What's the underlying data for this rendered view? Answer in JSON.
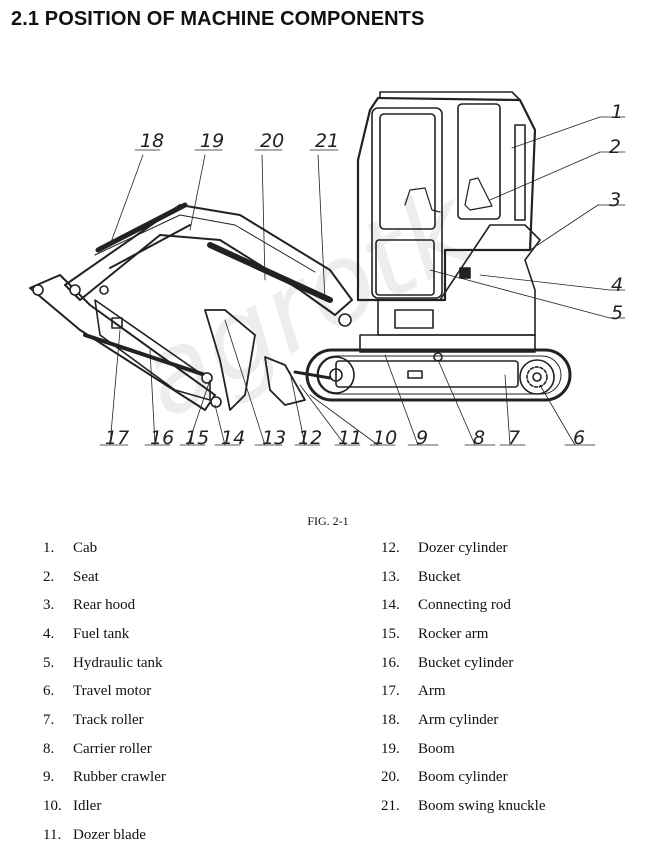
{
  "title": "2.1 POSITION OF MACHINE COMPONENTS",
  "figure": {
    "caption": "FIG. 2-1",
    "watermark": "agrotk",
    "callouts": [
      "1",
      "2",
      "3",
      "4",
      "5",
      "6",
      "7",
      "8",
      "9",
      "10",
      "11",
      "12",
      "13",
      "14",
      "15",
      "16",
      "17",
      "18",
      "19",
      "20",
      "21"
    ]
  },
  "legend_left": [
    {
      "num": "1.",
      "label": "Cab"
    },
    {
      "num": "2.",
      "label": "Seat"
    },
    {
      "num": "3.",
      "label": "Rear hood"
    },
    {
      "num": "4.",
      "label": "Fuel tank"
    },
    {
      "num": "5.",
      "label": "Hydraulic tank"
    },
    {
      "num": "6.",
      "label": "Travel motor"
    },
    {
      "num": "7.",
      "label": "Track roller"
    },
    {
      "num": "8.",
      "label": "Carrier roller"
    },
    {
      "num": "9.",
      "label": "Rubber crawler"
    },
    {
      "num": "10.",
      "label": "Idler"
    },
    {
      "num": "11.",
      "label": "Dozer blade"
    }
  ],
  "legend_right": [
    {
      "num": "12.",
      "label": "Dozer cylinder"
    },
    {
      "num": "13.",
      "label": "Bucket"
    },
    {
      "num": "14.",
      "label": "Connecting rod"
    },
    {
      "num": "15.",
      "label": "Rocker arm"
    },
    {
      "num": "16.",
      "label": "Bucket cylinder"
    },
    {
      "num": "17.",
      "label": "Arm"
    },
    {
      "num": "18.",
      "label": "Arm cylinder"
    },
    {
      "num": "19.",
      "label": "Boom"
    },
    {
      "num": "20.",
      "label": "Boom cylinder"
    },
    {
      "num": "21.",
      "label": "Boom swing knuckle"
    }
  ]
}
